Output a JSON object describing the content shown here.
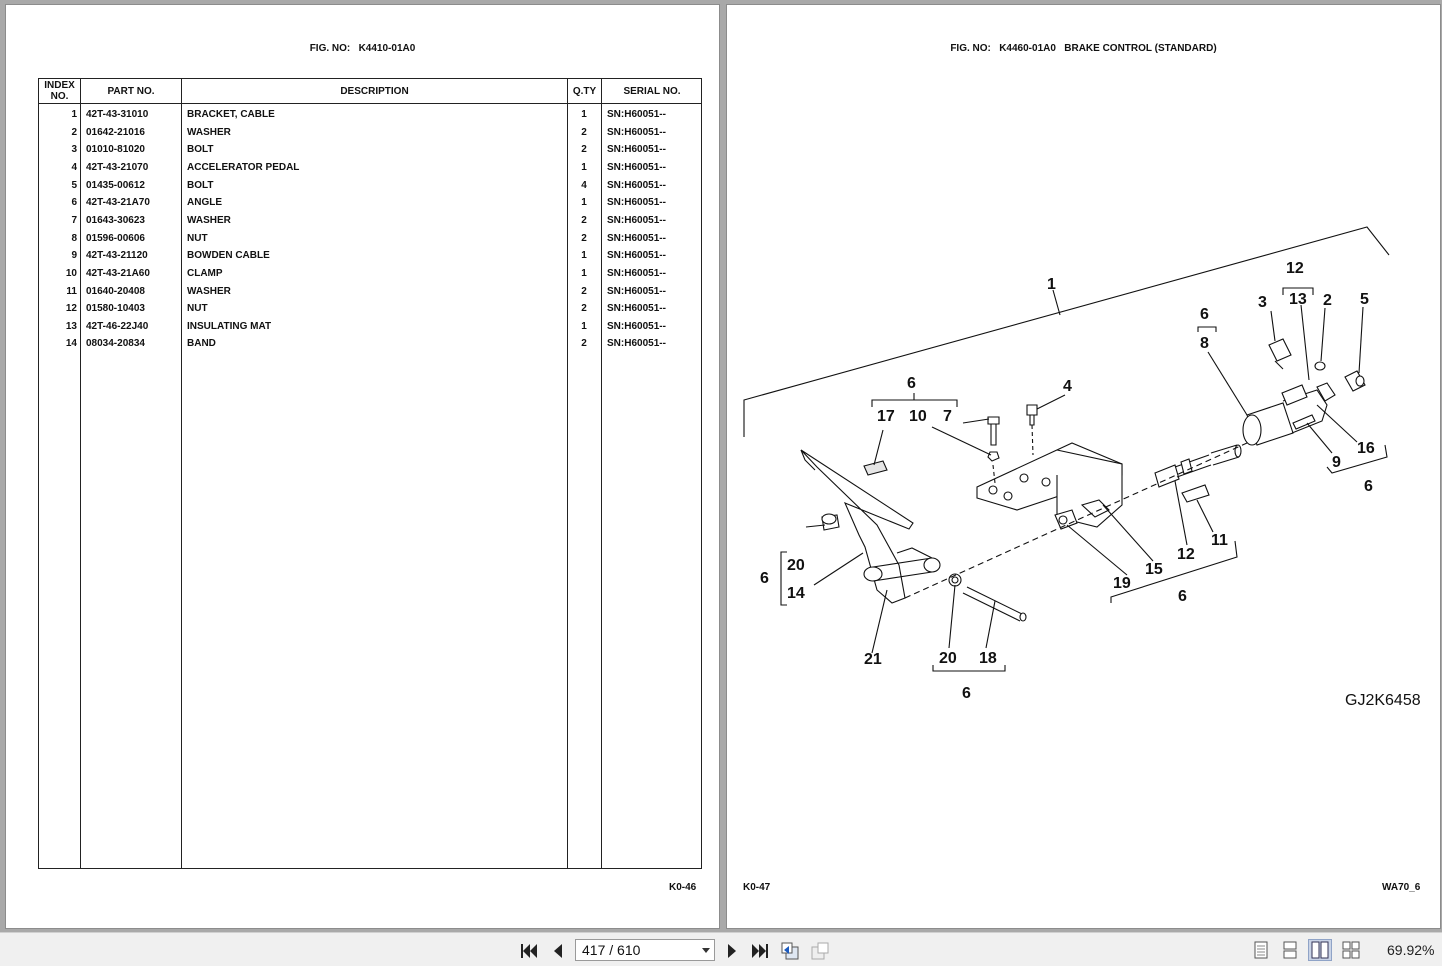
{
  "left_page": {
    "fig_title": "FIG. NO:   K4410-01A0",
    "headers": [
      "INDEX NO.",
      "PART NO.",
      "DESCRIPTION",
      "Q.TY",
      "SERIAL NO."
    ],
    "rows": [
      {
        "index": "1",
        "part": "42T-43-31010",
        "desc": "BRACKET, CABLE",
        "qty": "1",
        "serial": "SN:H60051--"
      },
      {
        "index": "2",
        "part": "01642-21016",
        "desc": "WASHER",
        "qty": "2",
        "serial": "SN:H60051--"
      },
      {
        "index": "3",
        "part": "01010-81020",
        "desc": "BOLT",
        "qty": "2",
        "serial": "SN:H60051--"
      },
      {
        "index": "4",
        "part": "42T-43-21070",
        "desc": "ACCELERATOR PEDAL",
        "qty": "1",
        "serial": "SN:H60051--"
      },
      {
        "index": "5",
        "part": "01435-00612",
        "desc": "BOLT",
        "qty": "4",
        "serial": "SN:H60051--"
      },
      {
        "index": "6",
        "part": "42T-43-21A70",
        "desc": "ANGLE",
        "qty": "1",
        "serial": "SN:H60051--"
      },
      {
        "index": "7",
        "part": "01643-30623",
        "desc": "WASHER",
        "qty": "2",
        "serial": "SN:H60051--"
      },
      {
        "index": "8",
        "part": "01596-00606",
        "desc": "NUT",
        "qty": "2",
        "serial": "SN:H60051--"
      },
      {
        "index": "9",
        "part": "42T-43-21120",
        "desc": "BOWDEN CABLE",
        "qty": "1",
        "serial": "SN:H60051--"
      },
      {
        "index": "10",
        "part": "42T-43-21A60",
        "desc": "CLAMP",
        "qty": "1",
        "serial": "SN:H60051--"
      },
      {
        "index": "11",
        "part": "01640-20408",
        "desc": "WASHER",
        "qty": "2",
        "serial": "SN:H60051--"
      },
      {
        "index": "12",
        "part": "01580-10403",
        "desc": "NUT",
        "qty": "2",
        "serial": "SN:H60051--"
      },
      {
        "index": "13",
        "part": "42T-46-22J40",
        "desc": "INSULATING MAT",
        "qty": "1",
        "serial": "SN:H60051--"
      },
      {
        "index": "14",
        "part": "08034-20834",
        "desc": "BAND",
        "qty": "2",
        "serial": "SN:H60051--"
      }
    ],
    "page_number": "K0-46"
  },
  "right_page": {
    "fig_title": "FIG. NO:   K4460-01A0   BRAKE CONTROL (STANDARD)",
    "callouts": [
      "1",
      "12",
      "3",
      "13",
      "2",
      "5",
      "6",
      "8",
      "4",
      "6",
      "17",
      "10",
      "7",
      "16",
      "9",
      "6",
      "11",
      "12",
      "15",
      "19",
      "6",
      "20",
      "6",
      "14",
      "21",
      "20",
      "18",
      "6"
    ],
    "drawing_id": "GJ2K6458",
    "page_number": "K0-47",
    "model_code": "WA70_6"
  },
  "toolbar": {
    "page_indicator": "417 / 610",
    "zoom": "69.92%"
  },
  "colors": {
    "background": "#a9a9a9",
    "toolbar": "#f0f0f0",
    "ink": "#111111"
  }
}
